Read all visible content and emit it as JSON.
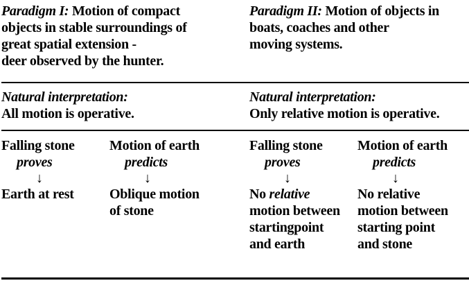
{
  "paradigm1": {
    "label": "Paradigm I:",
    "lines": [
      "Motion of compact",
      "objects in stable surroundings of",
      "great spatial extension -",
      "deer observed by the hunter."
    ]
  },
  "paradigm2": {
    "label": "Paradigm II:",
    "lines": [
      "Motion of objects in",
      "boats, coaches and other",
      "moving systems."
    ]
  },
  "interp1": {
    "heading": "Natural interpretation:",
    "text": "All motion is operative."
  },
  "interp2": {
    "heading": "Natural interpretation:",
    "text": "Only relative motion is operative."
  },
  "col1": {
    "top": "Falling stone",
    "verb": "proves",
    "arrow": "↓",
    "result": [
      "Earth at rest"
    ]
  },
  "col2": {
    "top": "Motion of earth",
    "verb": "predicts",
    "arrow": "↓",
    "result": [
      "Oblique motion",
      "of stone"
    ]
  },
  "col3": {
    "top": "Falling stone",
    "verb": "proves",
    "arrow": "↓",
    "result_first_plain": "No ",
    "result_first_italic": "relative",
    "result": [
      "motion between",
      "startingpoint",
      "and earth"
    ]
  },
  "col4": {
    "top": "Motion of earth",
    "verb": "predicts",
    "arrow": "↓",
    "result": [
      "No relative",
      "motion between",
      "starting point",
      "and stone"
    ]
  }
}
